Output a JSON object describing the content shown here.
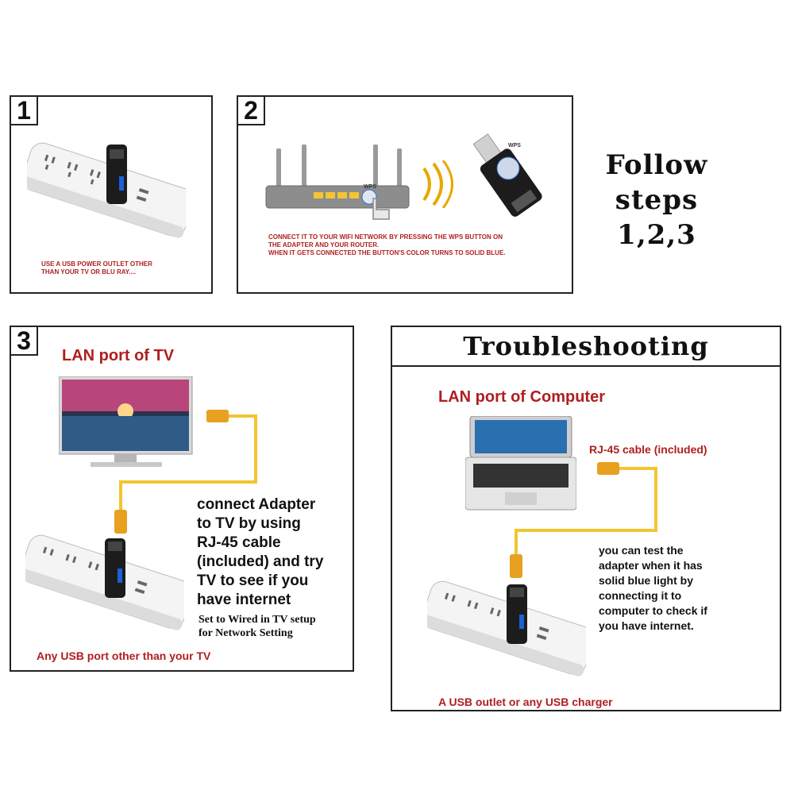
{
  "step1": {
    "number": "1",
    "caption": "USE A USB POWER OUTLET OTHER\nTHAN YOUR TV OR BLU RAY...."
  },
  "step2": {
    "number": "2",
    "wps_label": "WPS",
    "wps_label_device": "WPS",
    "caption": "CONNECT IT TO YOUR WIFI NETWORK BY PRESSING THE WPS BUTTON ON\nTHE ADAPTER AND YOUR ROUTER.\nWHEN IT GETS CONNECTED THE BUTTON'S COLOR TURNS TO SOLID BLUE."
  },
  "follow_text": "Follow\nsteps\n1,2,3",
  "step3": {
    "number": "3",
    "heading": "LAN port of TV",
    "instruction": "connect Adapter\nto TV by using\nRJ-45 cable\n(included) and try\nTV to see if you\nhave internet",
    "setup_note": "Set to Wired in TV setup\nfor Network Setting",
    "footer": "Any USB port other than your TV"
  },
  "troubleshooting": {
    "title": "Troubleshooting",
    "heading": "LAN port of Computer",
    "cable_label": "RJ-45 cable (included)",
    "instruction": "you can test the\nadapter when it has\nsolid blue light by\nconnecting it to\ncomputer to check if\nyou have internet.",
    "footer": "A USB outlet or any USB charger"
  },
  "colors": {
    "caption_red": "#b01e1e",
    "cable_yellow": "#f2c531",
    "adapter_black": "#1c1c1c",
    "adapter_blue": "#1d5fd6"
  }
}
